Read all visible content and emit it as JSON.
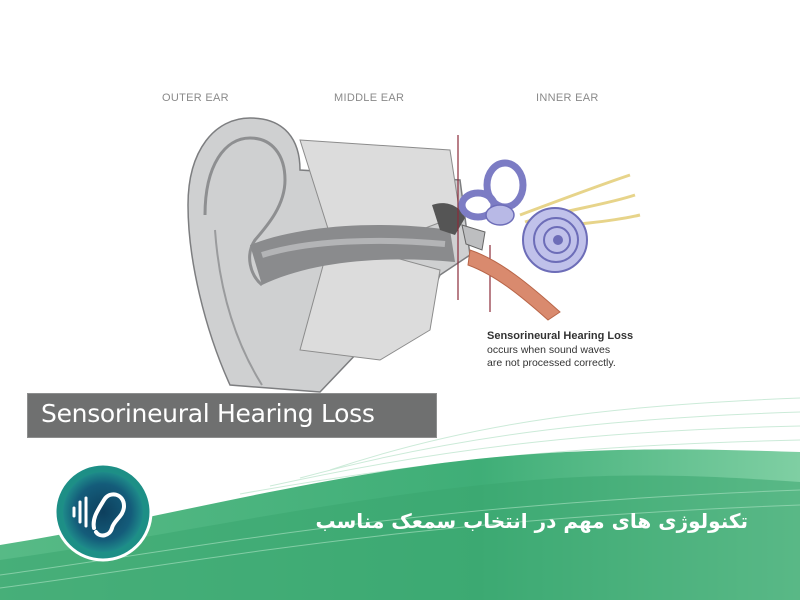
{
  "diagram": {
    "section_labels": {
      "outer": "OUTER EAR",
      "middle": "MIDDLE EAR",
      "inner": "INNER EAR"
    },
    "note": {
      "title": "Sensorineural Hearing Loss",
      "line1": "occurs when sound waves",
      "line2": "are not processed correctly."
    },
    "caption": "Sensorineural Hearing Loss"
  },
  "banner": {
    "title": "تکنولوژی های مهم در انتخاب سمعک مناسب",
    "logo_icon": "ear-with-soundwave-icon",
    "colors": {
      "green_main": "#4fb57d",
      "green_dark": "#2f9a66",
      "logo_ring": "#1f9a8a",
      "logo_center": "#0f4d6b"
    }
  }
}
